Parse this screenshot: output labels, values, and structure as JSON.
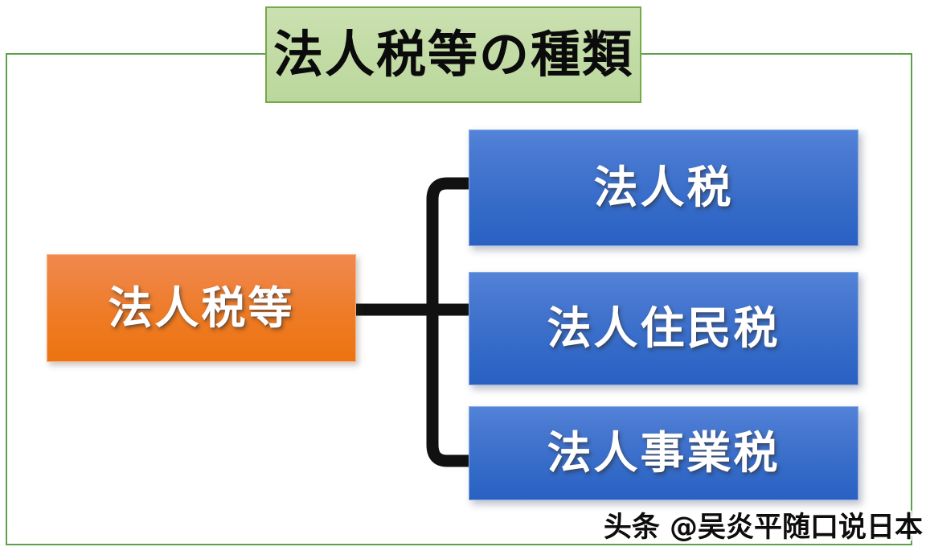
{
  "diagram": {
    "title": "法人税等の種類",
    "root": {
      "label": "法人税等"
    },
    "children": [
      {
        "label": "法人税"
      },
      {
        "label": "法人住民税"
      },
      {
        "label": "法人事業税"
      }
    ],
    "connector_name": "bracket-connector",
    "colors": {
      "title_fill": "#c3dca6",
      "title_border": "#76a94a",
      "frame_border": "#5ba24a",
      "root_fill_top": "#f0894c",
      "root_fill_bottom": "#ed7310",
      "child_fill_top": "#5384d8",
      "child_fill_bottom": "#2a60c2",
      "connector_stroke": "#111111",
      "node_text": "#ffffff",
      "title_text": "#0b0b0b"
    }
  },
  "watermark": {
    "text": "头条 @吴炎平随口说日本"
  }
}
